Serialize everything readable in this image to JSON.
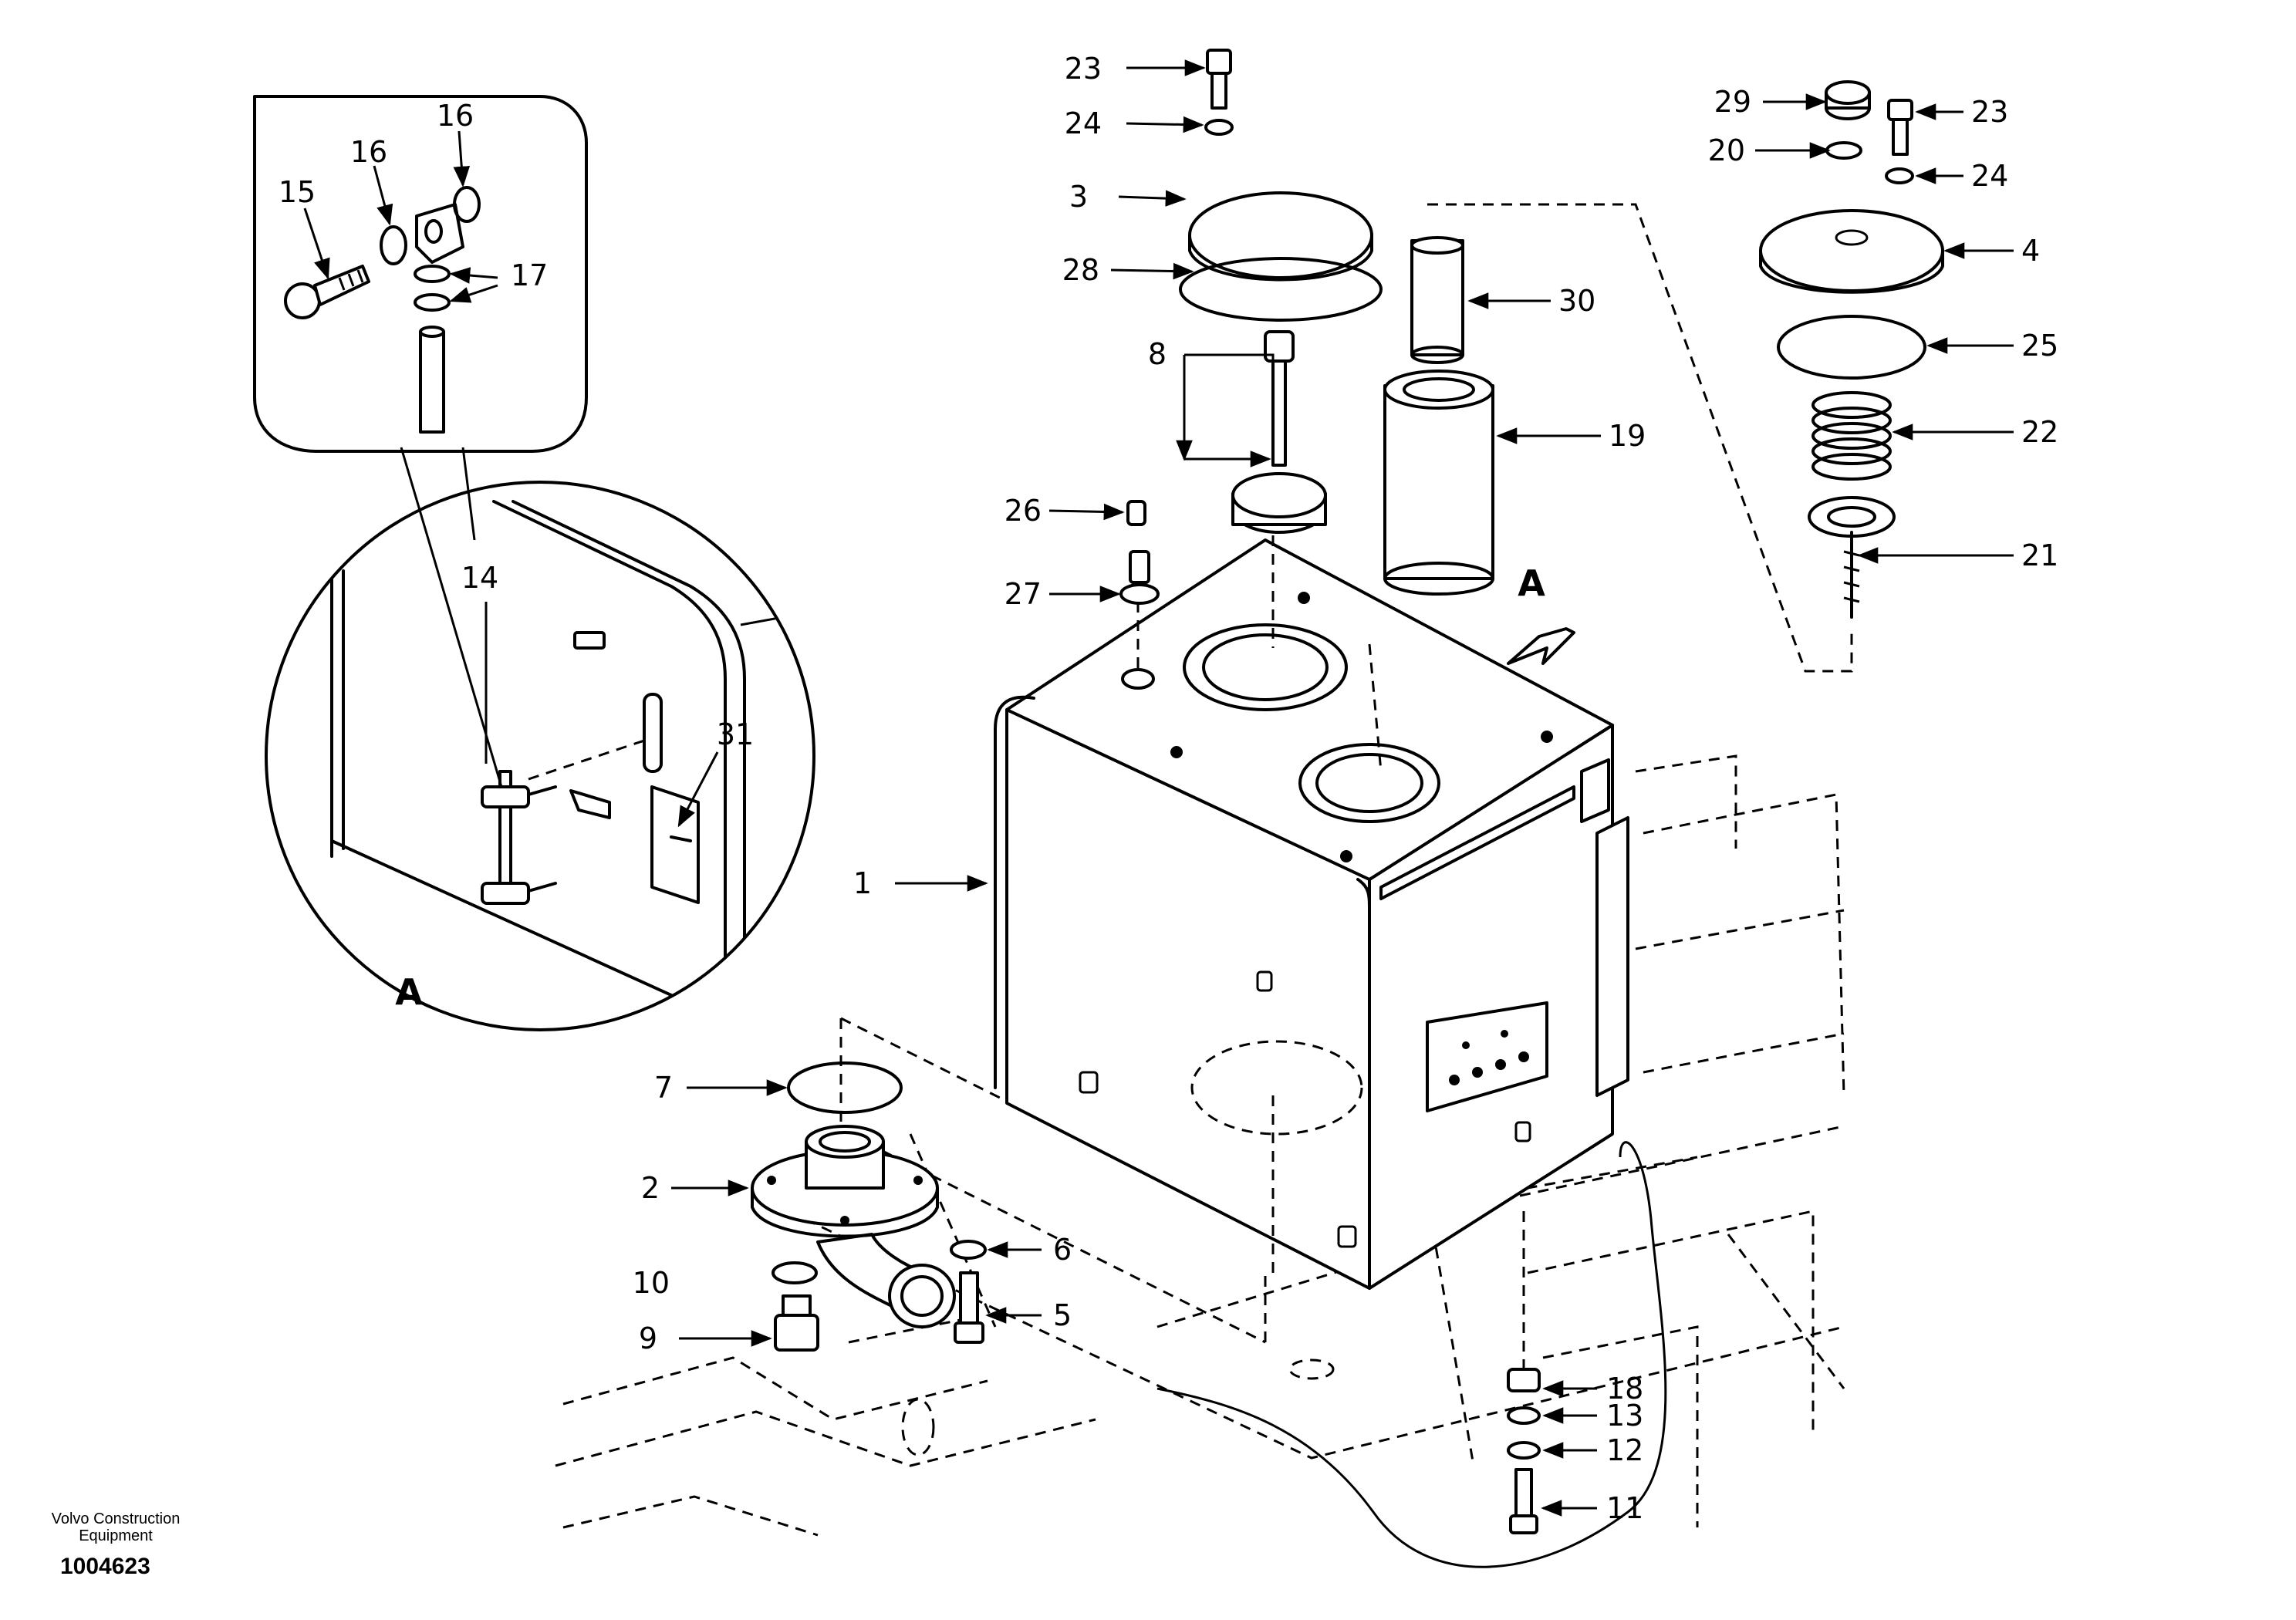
{
  "footer": {
    "brand_line1": "Volvo Construction",
    "brand_line2": "Equipment",
    "drawing_number": "1004623"
  },
  "detail": {
    "view_label": "A",
    "arrow_label": "A"
  },
  "labels": {
    "p1": "1",
    "p2": "2",
    "p3": "3",
    "p4": "4",
    "p5": "5",
    "p6": "6",
    "p7": "7",
    "p8": "8",
    "p9": "9",
    "p10": "10",
    "p11": "11",
    "p12": "12",
    "p13": "13",
    "p14": "14",
    "p15": "15",
    "p16a": "16",
    "p16b": "16",
    "p17": "17",
    "p18": "18",
    "p19": "19",
    "p20": "20",
    "p21": "21",
    "p22": "22",
    "p23a": "23",
    "p23b": "23",
    "p24a": "24",
    "p24b": "24",
    "p25": "25",
    "p26": "26",
    "p27": "27",
    "p28": "28",
    "p29": "29",
    "p30": "30",
    "p31": "31"
  }
}
